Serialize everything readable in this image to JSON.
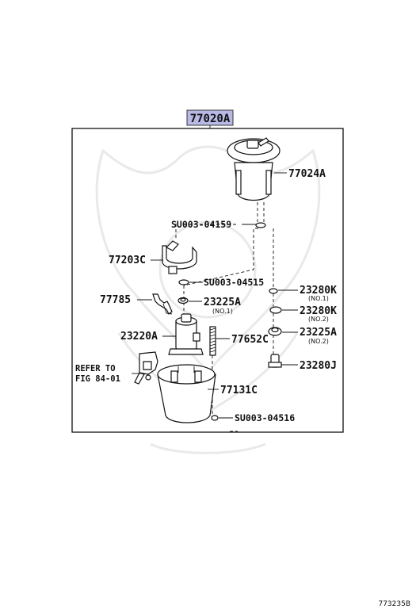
{
  "assembly": {
    "part_no": "77020A",
    "highlight": "#b9b9e6"
  },
  "labels": {
    "p77024A": "77024A",
    "s159": "SU003-04159",
    "p77203C": "77203C",
    "s515": "SU003-04515",
    "p77785": "77785",
    "p23225A_1": "23225A",
    "p23225A_1_sub": "(NO.1)",
    "p23220A": "23220A",
    "p77652C": "77652C",
    "p23280K_1": "23280K",
    "p23280K_1_sub": "(NO.1)",
    "p23280K_2": "23280K",
    "p23280K_2_sub": "(NO.2)",
    "p23225A_2": "23225A",
    "p23225A_2_sub": "(NO.2)",
    "p23280J": "23280J",
    "refer_1": "REFER TO",
    "refer_2": "FIG 84-01",
    "p77131C": "77131C",
    "s516": "SU003-04516"
  },
  "footer": {
    "figure_code": "773235B"
  }
}
